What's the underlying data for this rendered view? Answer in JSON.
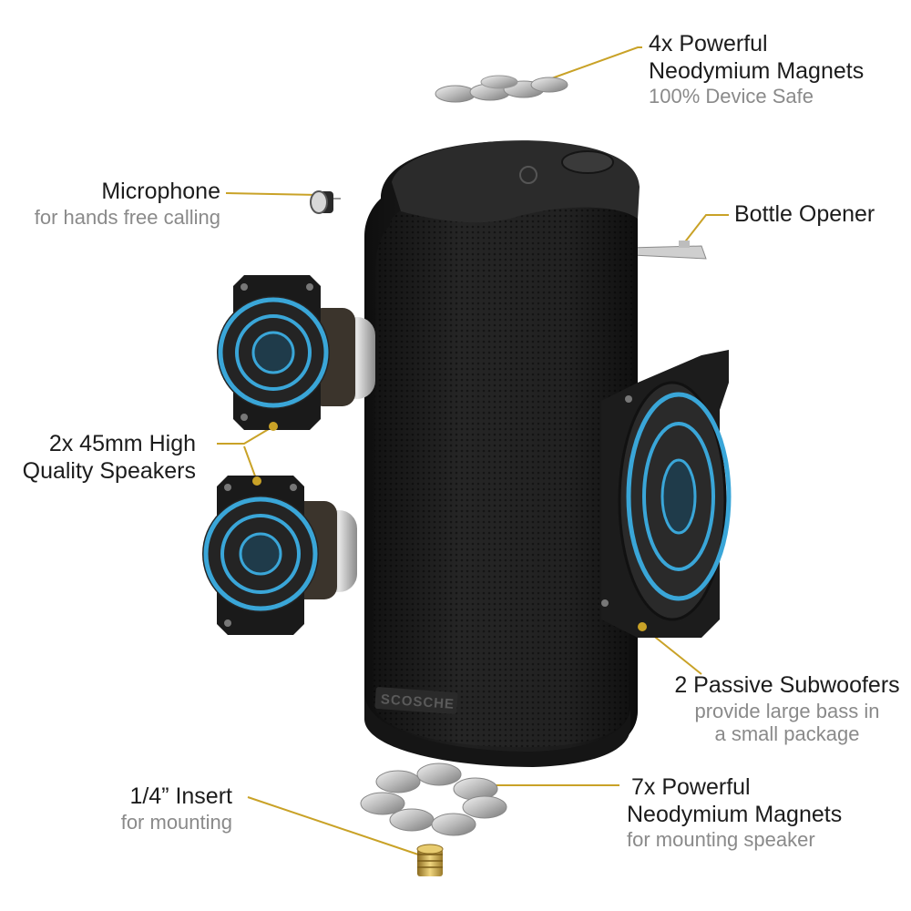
{
  "brand": {
    "logo_text": "SCOSCHE"
  },
  "colors": {
    "leader_line": "#c9a227",
    "accent_ring": "#3aa6d8",
    "speaker_body": "#1f1f1f"
  },
  "callouts": {
    "top_magnets": {
      "title_line1": "4x Powerful",
      "title_line2": "Neodymium Magnets",
      "subtitle": "100% Device Safe"
    },
    "microphone": {
      "title": "Microphone",
      "subtitle": "for hands free calling"
    },
    "bottle_opener": {
      "title": "Bottle Opener"
    },
    "speakers": {
      "title_line1": "2x 45mm High",
      "title_line2": "Quality Speakers"
    },
    "subwoofers": {
      "title": "2 Passive Subwoofers",
      "subtitle_line1": "provide large bass in",
      "subtitle_line2": "a small package"
    },
    "insert": {
      "title": "1/4” Insert",
      "subtitle": "for mounting"
    },
    "bottom_magnets": {
      "title_line1": "7x Powerful",
      "title_line2": "Neodymium Magnets",
      "subtitle": "for mounting speaker"
    }
  }
}
